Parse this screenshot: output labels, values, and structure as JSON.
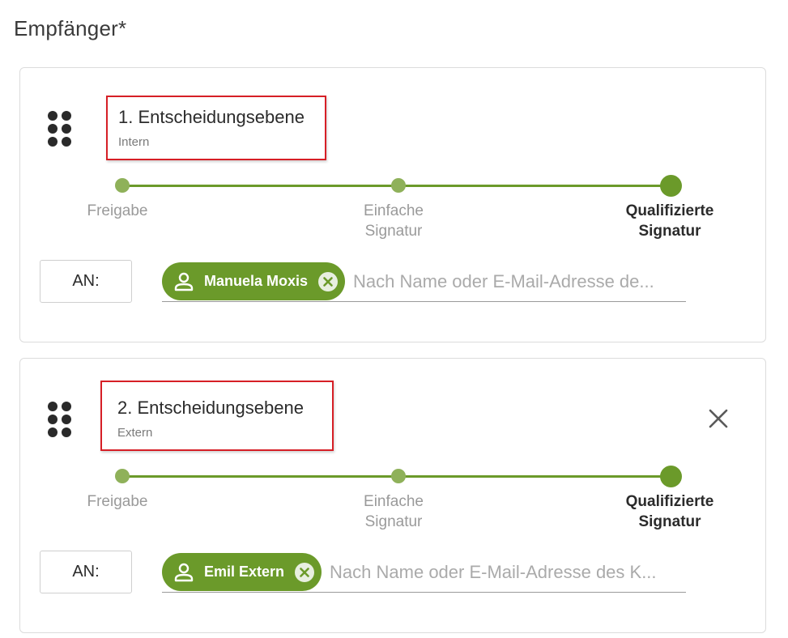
{
  "section": {
    "title": "Empfänger*"
  },
  "colors": {
    "accent": "#6b9a2a",
    "accent_light": "#8fb15a",
    "highlight_border": "#d61f26"
  },
  "levels": [
    {
      "title": "1. Entscheidungsebene",
      "subtitle": "Intern",
      "steps": [
        {
          "label": "Freigabe",
          "active": false
        },
        {
          "label": "Einfache Signatur",
          "active": false
        },
        {
          "label": "Qualifizierte Signatur",
          "active": true
        }
      ],
      "recipient_type": "AN:",
      "chip": {
        "name": "Manuela Moxis",
        "icon": "person-icon",
        "remove_icon": "close-circle-icon"
      },
      "search_placeholder": "Nach Name oder E-Mail-Adresse de..."
    },
    {
      "title": "2. Entscheidungsebene",
      "subtitle": "Extern",
      "close_icon": "close-icon",
      "steps": [
        {
          "label": "Freigabe",
          "active": false
        },
        {
          "label": "Einfache Signatur",
          "active": false
        },
        {
          "label": "Qualifizierte Signatur",
          "active": true
        }
      ],
      "recipient_type": "AN:",
      "chip": {
        "name": "Emil Extern",
        "icon": "person-icon",
        "remove_icon": "close-circle-icon"
      },
      "search_placeholder": "Nach Name oder E-Mail-Adresse des K..."
    }
  ]
}
